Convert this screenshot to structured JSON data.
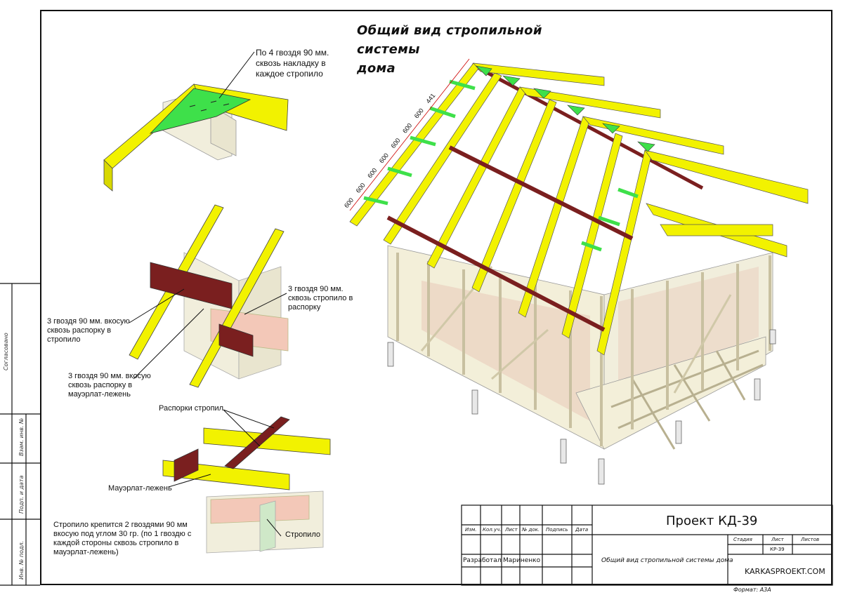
{
  "title_line1": "Общий вид стропильной системы",
  "title_line2": "дома",
  "callouts": {
    "top_note": [
      "По 4 гвоздя 90 мм.",
      "сквозь накладку в",
      "каждое стропило"
    ],
    "nails_rafter_to_strut": [
      "3 гвоздя 90 мм.",
      "сквозь стропило в",
      "распорку"
    ],
    "nails_strut_to_rafter": [
      "3 гвоздя 90 мм. вкосую",
      "сквозь распорку в",
      "стропило"
    ],
    "nails_strut_to_plate": [
      "3 гвоздя 90 мм. вкосую",
      "сквозь распорку в",
      "мауэрлат-лежень"
    ],
    "rafter_struts": "Распорки стропил",
    "wall_plate": "Мауэрлат-лежень",
    "rafter_fix": [
      "Стропило крепится 2 гвоздями 90 мм",
      "вкосую под углом 30 гр. (по 1 гвоздю с",
      "каждой стороны сквозь стропило в",
      "мауэрлат-лежень)"
    ],
    "rafter": "Стропило"
  },
  "spacing_dims": [
    "600",
    "600",
    "600",
    "600",
    "600",
    "600",
    "600",
    "441"
  ],
  "side_stamp": {
    "agreed": "Согласовано",
    "replace_inv": "Взам. инв. №",
    "sign_date": "Подп. и дата",
    "orig_inv": "Инв. № подл."
  },
  "stamp": {
    "project": "Проект КД-39",
    "headers": [
      "Изм.",
      "Кол.уч.",
      "Лист",
      "№ док.",
      "Подпись",
      "Дата"
    ],
    "developed_role": "Разработал",
    "developed_name": "Мариненко",
    "sheet_title": "Общий вид стропильной системы дома",
    "stage_label": "Стадия",
    "sheet_label": "Лист",
    "sheets_label": "Листов",
    "sheet_code": "КР-39",
    "company": "KARKASPROEKT.COM",
    "format": "Формат: А3А"
  },
  "colors": {
    "rafter_yellow": "#f2f200",
    "plate_green": "#3ee04a",
    "strut_brown": "#7a1f1f",
    "timber": "#f3efd9",
    "wall_pink": "#e8c8b8"
  }
}
